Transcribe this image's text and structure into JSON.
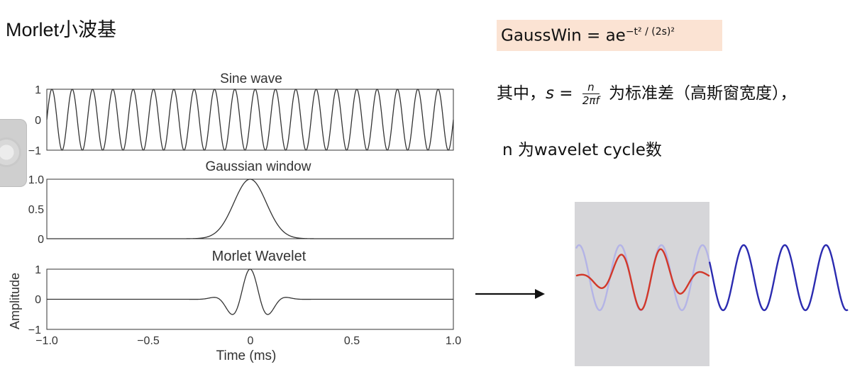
{
  "slide": {
    "title": "Morlet小波基",
    "formula": {
      "lhs": "GaussWin",
      "eq": " = ae",
      "exp": "−t² / (2s)²"
    },
    "line1": {
      "pre": "其中，",
      "var": "s",
      "eq": " = ",
      "num": "n",
      "den": "2πf",
      "post": " 为标准差（高斯窗宽度），"
    },
    "line2": "n 为wavelet cycle数"
  },
  "chart_data": [
    {
      "type": "line",
      "title": "Sine wave",
      "xlim": [
        -1.0,
        1.0
      ],
      "ylim": [
        -1,
        1
      ],
      "yticks": [
        "1",
        "0",
        "−1"
      ],
      "grid": false,
      "series": [
        {
          "frequency_cycles_per_ms": 10,
          "amplitude": 1
        }
      ]
    },
    {
      "type": "line",
      "title": "Gaussian window",
      "xlim": [
        -1.0,
        1.0
      ],
      "ylim": [
        0,
        1.0
      ],
      "yticks": [
        "1.0",
        "0.5",
        "0"
      ],
      "grid": false,
      "series": [
        {
          "center": 0,
          "sd_ms": 0.0796,
          "peak": 1.0
        }
      ]
    },
    {
      "type": "line",
      "title": "Morlet Wavelet",
      "xlim": [
        -1.0,
        1.0
      ],
      "ylim": [
        -1,
        1
      ],
      "yticks": [
        "1",
        "0",
        "−1"
      ],
      "xticks": [
        "−1.0",
        "−0.5",
        "0",
        "0.5",
        "1.0"
      ],
      "xlabel": "Time (ms)",
      "ylabel": "Amplitude",
      "grid": false,
      "series": [
        {
          "frequency_cycles_per_ms": 5,
          "sd_ms": 0.0796
        }
      ]
    },
    {
      "type": "line",
      "title": "",
      "grid": false,
      "shaded_region": true,
      "series": [
        {
          "color": "#b4b4e6",
          "role": "sine (faded)"
        },
        {
          "color": "#2b2bb0",
          "role": "sine (continuing)"
        },
        {
          "color": "#d2382a",
          "role": "windowed wavelet"
        }
      ]
    }
  ]
}
